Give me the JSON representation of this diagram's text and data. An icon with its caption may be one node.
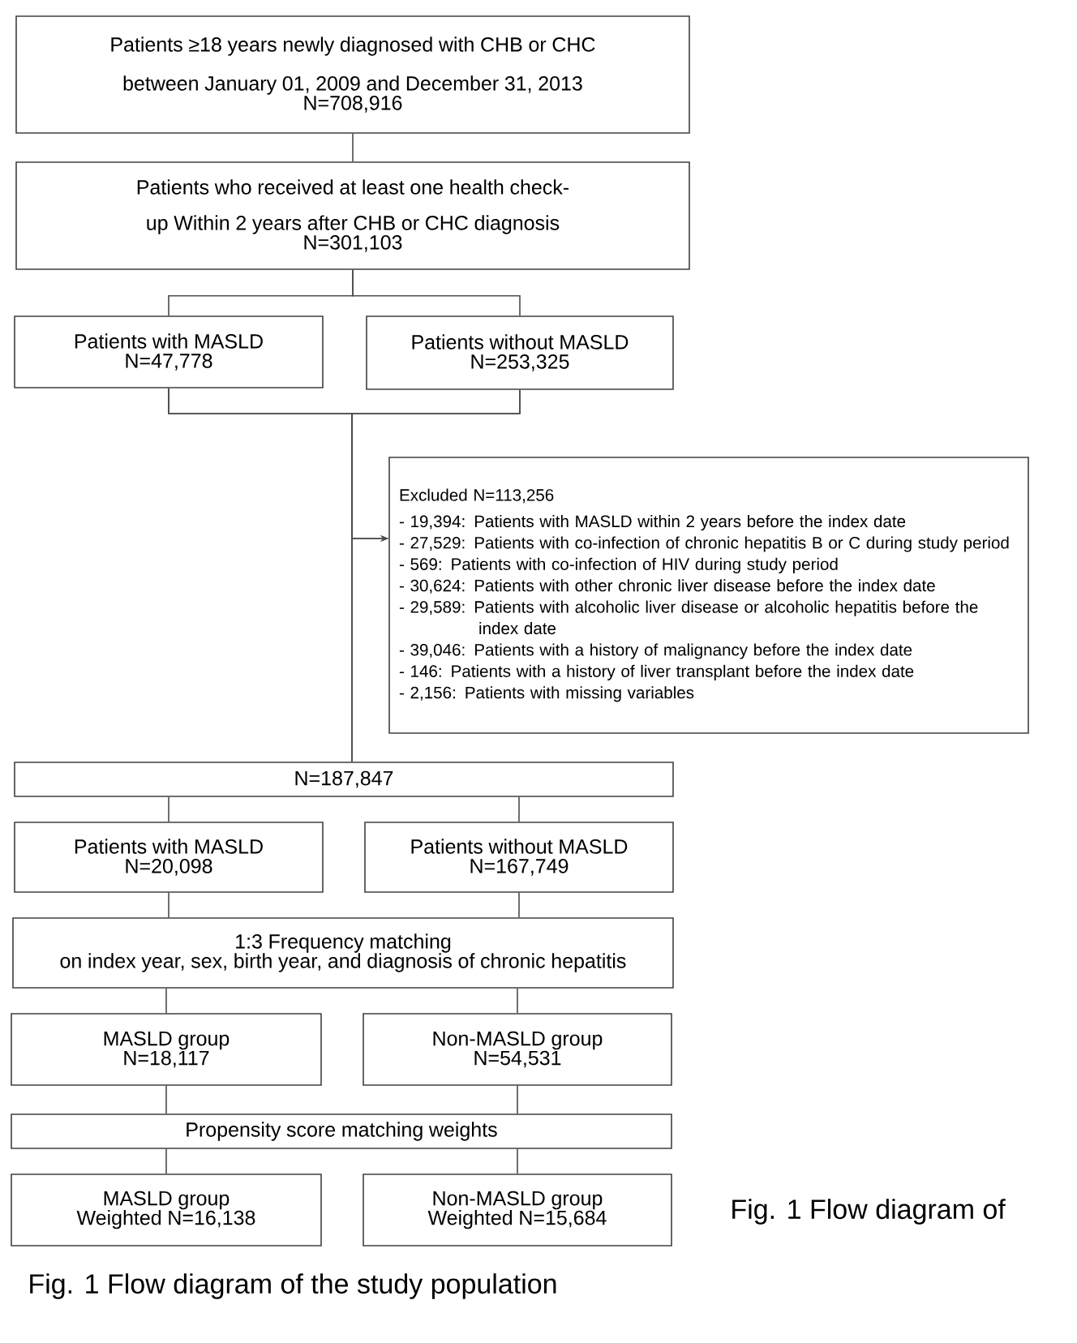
{
  "diagram": {
    "caption": "Fig. 1 Flow diagram of the study population",
    "nodes": [
      {
        "text": [
          "Patients ≥18 years newly diagnosed with CHB or CHC between January 01, 2009 and December 31, 2013",
          "N=708,916"
        ]
      },
      {
        "text": [
          "Patients who received at least one health check-up Within 2 years after CHB or CHC diagnosis",
          "N=301,103"
        ]
      },
      {
        "text": [
          "Patients with MASLD",
          "N=47,778"
        ]
      },
      {
        "text": [
          "Patients without MASLD",
          "N=253,325"
        ]
      },
      {
        "text": [
          "Excluded N=113,256",
          "- 19,394: Patients with MASLD within 2 years before the index date",
          "- 27,529: Patients with co-infection of chronic hepatitis B or C during study period",
          "- 569: Patients with co-infection of HIV during study period",
          "- 30,624: Patients with other chronic liver disease before the index date",
          "- 29,589: Patients with alcoholic liver disease or alcoholic hepatitis before the index date",
          "- 39,046: Patients with a history of malignancy before the index date",
          "- 146: Patients with a history of liver transplant before the index date",
          "- 2,156: Patients with missing variables"
        ]
      },
      {
        "text": [
          "N=187,847"
        ]
      },
      {
        "text": [
          "Patients with MASLD",
          "N=20,098"
        ]
      },
      {
        "text": [
          "Patients without MASLD",
          "N=167,749"
        ]
      },
      {
        "text": [
          "1:3 Frequency matching",
          "on index year, sex, birth year, and diagnosis of chronic hepatitis"
        ]
      },
      {
        "text": [
          "MASLD group",
          "N=18,117"
        ]
      },
      {
        "text": [
          "Non-MASLD group",
          "N=54,531"
        ]
      },
      {
        "text": [
          "Propensity score matching weights"
        ]
      },
      {
        "text": [
          "MASLD group",
          "Weighted N=16,138"
        ]
      },
      {
        "text": [
          "Non-MASLD group",
          "Weighted N=15,684"
        ]
      }
    ],
    "edges": [
      {
        "from": 0,
        "to": 1,
        "arrow": "none"
      },
      {
        "from": 1,
        "to": 2,
        "arrow": "none"
      },
      {
        "from": 1,
        "to": 3,
        "arrow": "none"
      },
      {
        "from": 2,
        "to": 5,
        "arrow": "none"
      },
      {
        "from": 3,
        "to": 5,
        "arrow": "none"
      },
      {
        "from": 2,
        "to": 4,
        "arrow": "to"
      },
      {
        "from": 3,
        "to": 4,
        "arrow": "to"
      },
      {
        "from": 5,
        "to": 6,
        "arrow": "none"
      },
      {
        "from": 5,
        "to": 7,
        "arrow": "none"
      },
      {
        "from": 6,
        "to": 8,
        "arrow": "none"
      },
      {
        "from": 7,
        "to": 8,
        "arrow": "none"
      },
      {
        "from": 8,
        "to": 9,
        "arrow": "none"
      },
      {
        "from": 8,
        "to": 10,
        "arrow": "none"
      },
      {
        "from": 9,
        "to": 11,
        "arrow": "none"
      },
      {
        "from": 10,
        "to": 11,
        "arrow": "none"
      },
      {
        "from": 11,
        "to": 12,
        "arrow": "none"
      },
      {
        "from": 11,
        "to": 13,
        "arrow": "none"
      }
    ],
    "labels": [
      "Fig. 1 Flow diagram of"
    ]
  }
}
